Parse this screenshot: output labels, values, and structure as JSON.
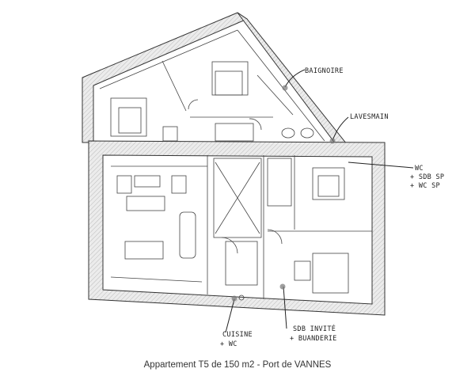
{
  "caption": "Appartement T5 de 150 m2 - Port de VANNES",
  "annotations": {
    "baignoire": "BAIGNOIRE",
    "lavesmain": "LAVESMAIN",
    "wc_1": "WC",
    "wc_2": "+ SDB SP",
    "wc_3": "+ WC SP",
    "cuisine_1": "CUISINE",
    "cuisine_2": "+ WC",
    "sdb_1": "SDB INVITÉ",
    "sdb_2": "+ BUANDERIE"
  },
  "colors": {
    "wall_fill": "#e6e6e6",
    "line": "#333333",
    "marker": "#777777"
  }
}
